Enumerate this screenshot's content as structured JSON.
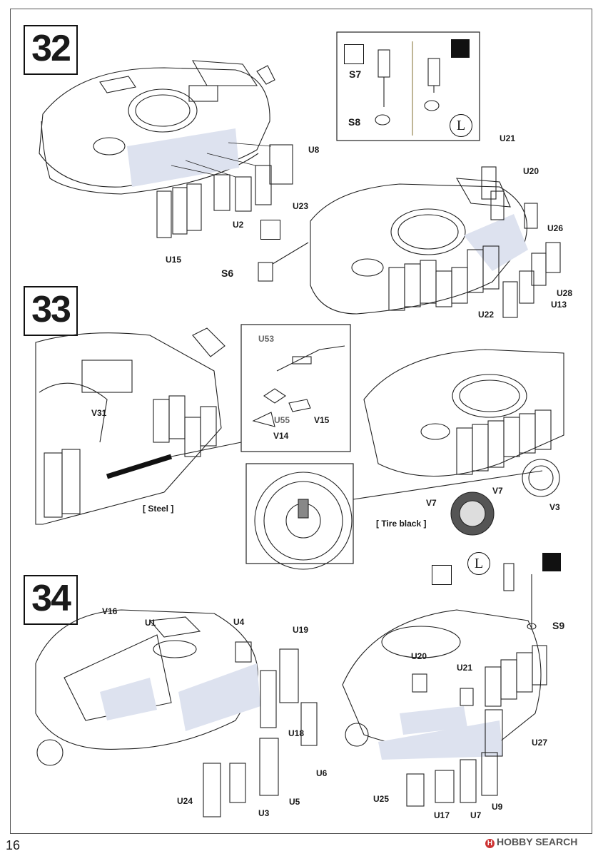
{
  "page_number": "16",
  "watermark": "HOBBY SEARCH",
  "watermark_mark": "H",
  "steps": [
    {
      "number": "32"
    },
    {
      "number": "33"
    },
    {
      "number": "34"
    }
  ],
  "step32": {
    "parts": [
      "U8",
      "U23",
      "U2",
      "U15",
      "S6",
      "U21",
      "U20",
      "U26",
      "U28",
      "U13",
      "U22"
    ],
    "inset_parts": [
      "S7",
      "S8"
    ],
    "inset_symbol": "L"
  },
  "step33": {
    "parts": [
      "V31",
      "U53",
      "U55",
      "V14",
      "V15",
      "V7",
      "V7",
      "V3"
    ],
    "note_steel": "[ Steel ]",
    "note_tire": "[ Tire black ]"
  },
  "step34": {
    "parts": [
      "V16",
      "U1",
      "U4",
      "U19",
      "U18",
      "U6",
      "U24",
      "U3",
      "U5",
      "U20",
      "U21",
      "U27",
      "U25",
      "U17",
      "U7",
      "U9",
      "S9"
    ],
    "symbol_L": "L"
  }
}
